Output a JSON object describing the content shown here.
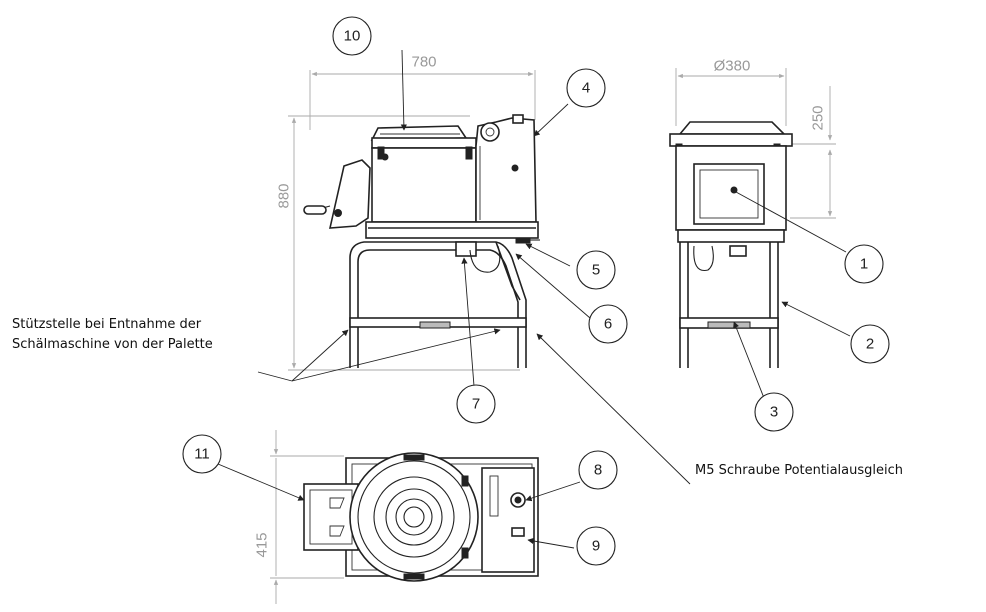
{
  "dimensions": {
    "width_780": "780",
    "height_880": "880",
    "diameter_380": "Ø380",
    "height_250": "250",
    "depth_415": "415"
  },
  "callouts": {
    "c1": "1",
    "c2": "2",
    "c3": "3",
    "c4": "4",
    "c5": "5",
    "c6": "6",
    "c7": "7",
    "c8": "8",
    "c9": "9",
    "c10": "10",
    "c11": "11"
  },
  "notes": {
    "support_line1": "Stützstelle bei Entnahme der",
    "support_line2": "Schälmaschine von der Palette",
    "m5_screw": "M5 Schraube Potentialausgleich"
  }
}
